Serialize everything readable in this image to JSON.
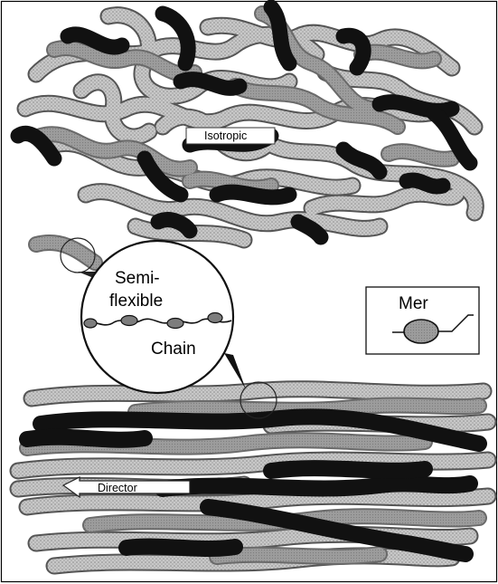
{
  "labels": {
    "isotropic": "Isotropic",
    "semi": "Semi-",
    "flexible": "flexible",
    "chain": "Chain",
    "mer": "Mer",
    "director": "Director"
  },
  "colors": {
    "dark_chain": "#111111",
    "gray_chain": "#9a9a9a",
    "light_chain": "#c4c4c4",
    "mer_fill": "#8f8f8f"
  }
}
